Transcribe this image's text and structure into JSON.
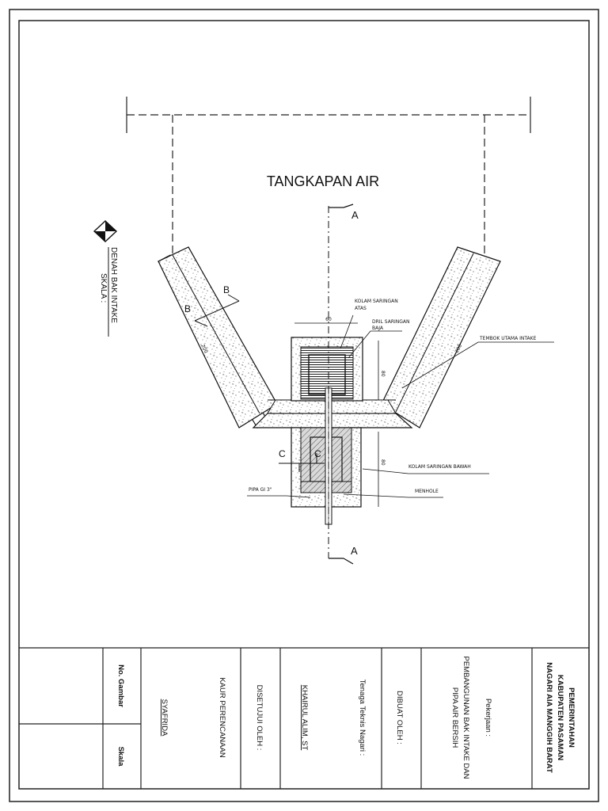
{
  "plan": {
    "title": "TANGKAPAN AIR",
    "caption_title": "DENAH BAK INTAKE",
    "caption_scale": "SKALA :",
    "section_a": "A",
    "section_b": "B",
    "section_c": "C"
  },
  "labels": {
    "kolam_atas_1": "KOLAM SARINGAN",
    "kolam_atas_2": "ATAS",
    "dril_1": "DRIL SARINGAN",
    "dril_2": "BAJA",
    "tembok": "TEMBOK UTAMA INTAKE",
    "kolam_bawah": "KOLAM SARINGAN BAWAH",
    "menhole": "MENHOLE",
    "pipa": "PIPA GI 3\""
  },
  "dimensions": {
    "top_width": "60",
    "upper_height": "80",
    "lower_height": "80",
    "wing_left": "200",
    "wing_right": "200"
  },
  "title_block": {
    "owner_1": "PEMERINTAHAN",
    "owner_2": "KABUPATEN PASAMAN",
    "owner_3": "NAGARI AIA MANGGIH BARAT",
    "job_label": "Pekerjaan :",
    "job_1": "PEMBANGUNAN BAK INTAKE DAN",
    "job_2": "PIPA AIR BERSIH",
    "made_by": "DIBUAT OLEH :",
    "tech_label": "Tenaga Teknis Nagari :",
    "tech_name": "KHAIRUL ALIM, ST",
    "approved_by": "DISETUJUI OLEH :",
    "planner_label": "KAUR PERENCANAAN",
    "planner_name": "SYAFRIDA",
    "no_gambar": "No. Gambar",
    "skala": "Skala"
  }
}
